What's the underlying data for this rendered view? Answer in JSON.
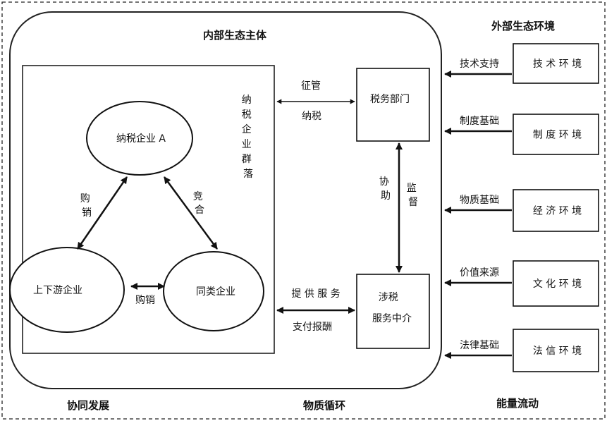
{
  "inner_title": "内部生态主体",
  "outer_title": "外部生态环境",
  "cluster_label": "纳税企业群落",
  "nodes": {
    "enterprise_a": "纳税企业 A",
    "upstream": "上下游企业",
    "peer": "同类企业",
    "tax_dept": "税务部门",
    "agency_line1": "涉税",
    "agency_line2": "服务中介"
  },
  "relations": {
    "a_upstream": "购销",
    "a_peer": "竞合",
    "upstream_peer": "购销",
    "cluster_tax_top": "征管",
    "cluster_tax_bottom": "纳税",
    "cluster_agency_top": "提 供 服 务",
    "cluster_agency_bottom": "支付报酬",
    "agency_to_tax": "协助",
    "tax_to_agency": "监督"
  },
  "environments": [
    {
      "box": "技 术 环 境",
      "link": "技术支持"
    },
    {
      "box": "制 度 环 境",
      "link": "制度基础"
    },
    {
      "box": "经 济 环 境",
      "link": "物质基础"
    },
    {
      "box": "文 化 环 境",
      "link": "价值来源"
    },
    {
      "box": "法 信 环 境",
      "link": "法律基础"
    }
  ],
  "footer": {
    "left": "协同发展",
    "middle": "物质循环",
    "right": "能量流动"
  }
}
